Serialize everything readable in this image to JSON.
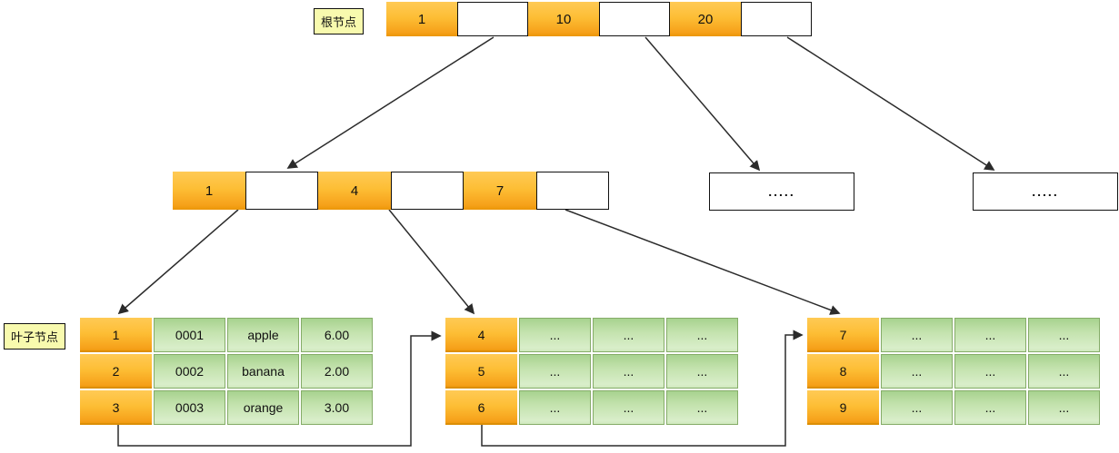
{
  "labels": {
    "root_node": "根节点",
    "leaf_node": "叶子节点"
  },
  "root_node": {
    "cells": [
      "1",
      "",
      "10",
      "",
      "20",
      ""
    ]
  },
  "internal_node": {
    "cells": [
      "1",
      "",
      "4",
      "",
      "7",
      ""
    ]
  },
  "ellipsis_nodes": [
    {
      "text": "....."
    },
    {
      "text": "....."
    }
  ],
  "leaf_tables": [
    {
      "rows": [
        [
          "1",
          "0001",
          "apple",
          "6.00"
        ],
        [
          "2",
          "0002",
          "banana",
          "2.00"
        ],
        [
          "3",
          "0003",
          "orange",
          "3.00"
        ]
      ]
    },
    {
      "rows": [
        [
          "4",
          "...",
          "...",
          "..."
        ],
        [
          "5",
          "...",
          "...",
          "..."
        ],
        [
          "6",
          "...",
          "...",
          "..."
        ]
      ]
    },
    {
      "rows": [
        [
          "7",
          "...",
          "...",
          "..."
        ],
        [
          "8",
          "...",
          "...",
          "..."
        ],
        [
          "9",
          "...",
          "...",
          "..."
        ]
      ]
    }
  ],
  "colors": {
    "key_cell_top": "#ffca55",
    "key_cell_bottom": "#f6a11a",
    "data_cell_top": "#a7d28f",
    "data_cell_bottom": "#d9eeca",
    "data_cell_border": "#85ac68",
    "pointer_cell_bg": "#ffffff",
    "label_bg": "#f8faae",
    "arrow": "#2b2b2b"
  }
}
